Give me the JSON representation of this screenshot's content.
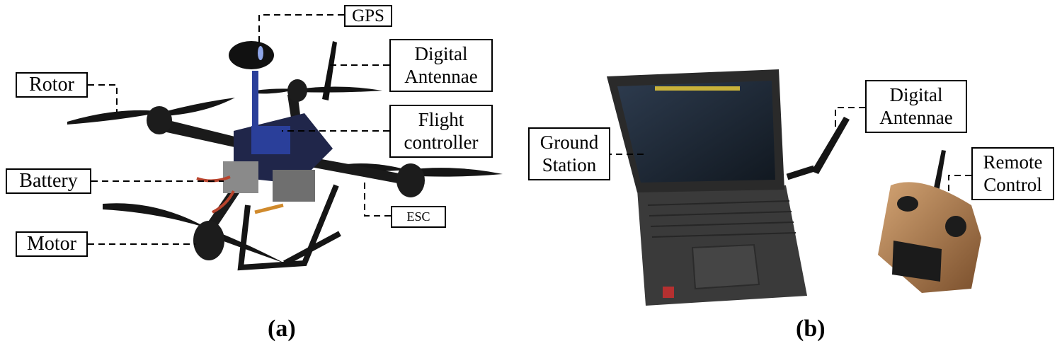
{
  "panel_a": {
    "caption": "(a)",
    "labels": {
      "gps": "GPS",
      "digital_antennae_line1": "Digital",
      "digital_antennae_line2": "Antennae",
      "rotor": "Rotor",
      "flight_controller_line1": "Flight",
      "flight_controller_line2": "controller",
      "battery": "Battery",
      "esc": "ESC",
      "motor": "Motor"
    }
  },
  "panel_b": {
    "caption": "(b)",
    "labels": {
      "ground_station_line1": "Ground",
      "ground_station_line2": "Station",
      "digital_antennae_line1": "Digital",
      "digital_antennae_line2": "Antennae",
      "remote_control_line1": "Remote",
      "remote_control_line2": "Control"
    }
  },
  "colors": {
    "drone_frame": "#141414",
    "drone_accent_blue": "#2a3f9a",
    "drone_wire_red": "#b8432c",
    "laptop_body": "#3a3a3a",
    "laptop_screen": "#1e2a3a",
    "remote_body": "#b07a4a"
  }
}
